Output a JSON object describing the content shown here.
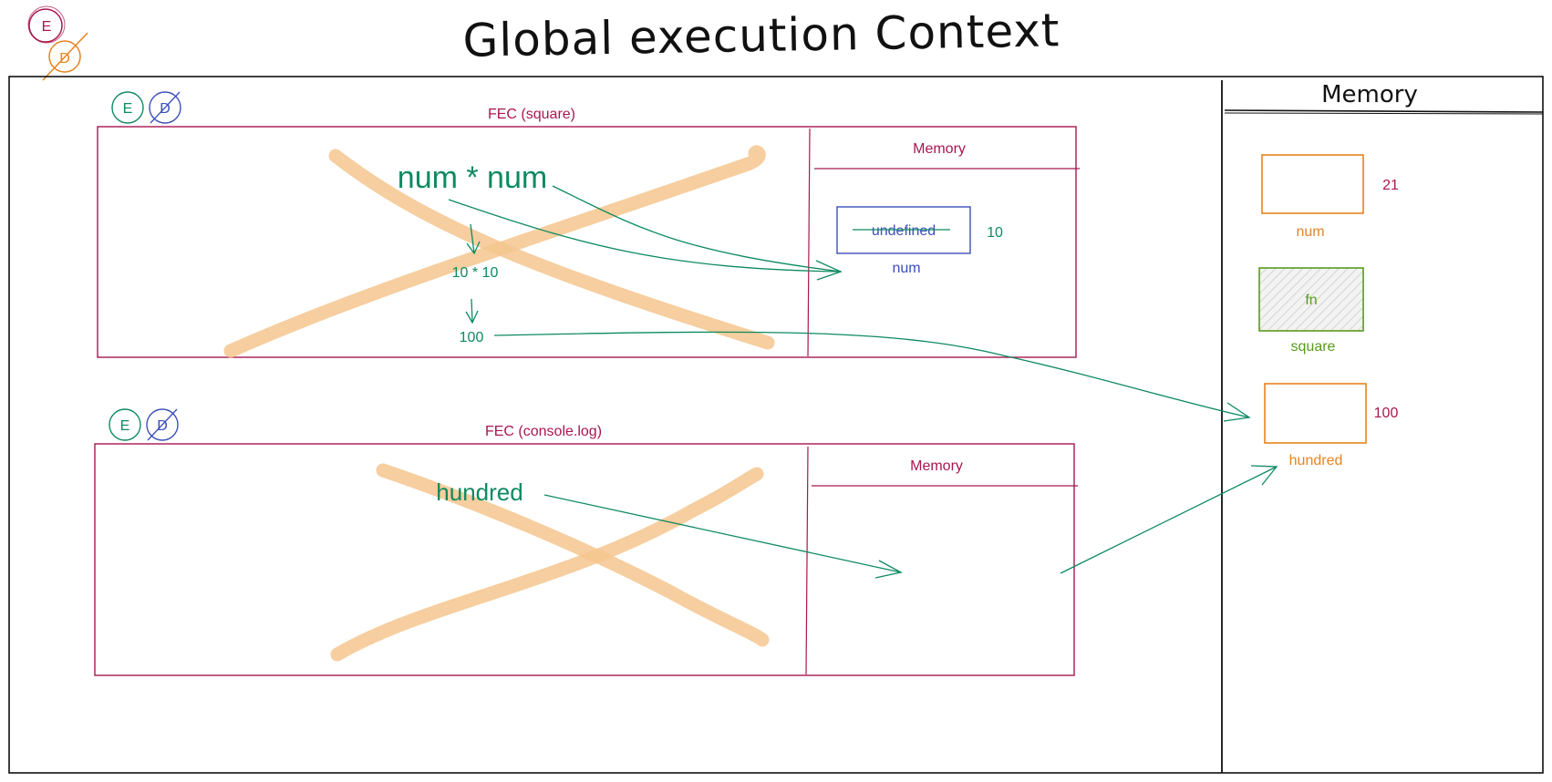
{
  "title": "Global execution Context",
  "global_badges": {
    "e": "E",
    "d": "D"
  },
  "global_memory": {
    "header": "Memory",
    "cells": [
      {
        "name": "num",
        "value": "21"
      },
      {
        "name": "square",
        "value": "fn"
      },
      {
        "name": "hundred",
        "value": "100"
      }
    ]
  },
  "fec_square": {
    "label": "FEC (square)",
    "badges": {
      "e": "E",
      "d": "D"
    },
    "expression": "num * num",
    "step1": "10 * 10",
    "step2": "100",
    "memory": {
      "header": "Memory",
      "old_value": "undefined",
      "new_value": "10",
      "var_name": "num"
    }
  },
  "fec_log": {
    "label": "FEC (console.log)",
    "badges": {
      "e": "E",
      "d": "D"
    },
    "expression": "hundred",
    "memory": {
      "header": "Memory"
    }
  },
  "colors": {
    "crimson": "#a8174f",
    "green": "#0d8a5f",
    "orange": "#e8821e",
    "blue": "#3a4fb8",
    "leaf": "#5a9a1f",
    "highlighter": "#f5c58e"
  }
}
